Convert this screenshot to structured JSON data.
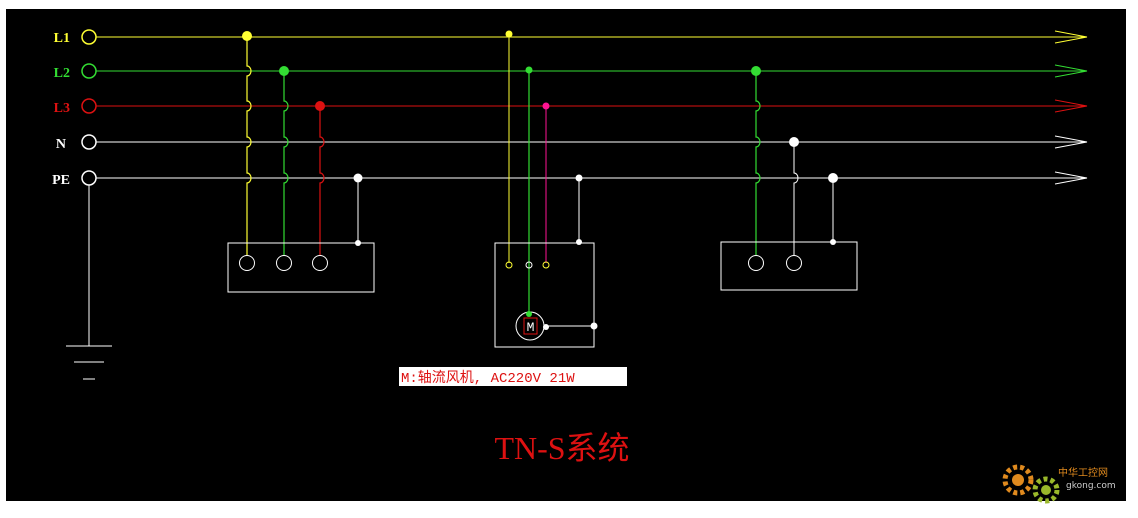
{
  "diagram": {
    "title": "TN-S系统",
    "note": "M:轴流风机, AC220V 21W",
    "motor_label": "M",
    "lines": [
      {
        "label": "L1",
        "color": "#ffff33",
        "label_color": "#ffff33"
      },
      {
        "label": "L2",
        "color": "#33dd33",
        "label_color": "#33dd33"
      },
      {
        "label": "L3",
        "color": "#dd1111",
        "label_color": "#dd1111"
      },
      {
        "label": "N",
        "color": "#ffffff",
        "label_color": "#ffffff"
      },
      {
        "label": "PE",
        "color": "#ffffff",
        "label_color": "#ffffff"
      }
    ],
    "colors": {
      "background": "#000000",
      "border": "#ffffff",
      "junction_l3_fan": "#ff1493",
      "title": "#dd1111",
      "note_bg": "#ffffff",
      "note_text": "#dd1111"
    },
    "watermark": {
      "line1": "中华工控网",
      "line2": "gkong.com"
    }
  }
}
